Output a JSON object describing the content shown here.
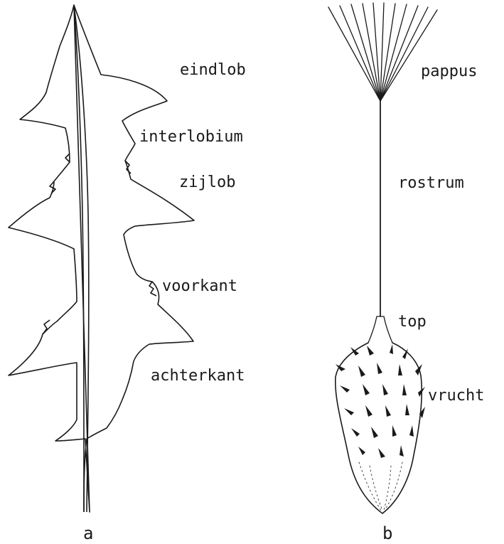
{
  "panel_a": {
    "letter": "a",
    "labels": {
      "terminal_lobe": "eindlob",
      "interlobe": "interlobium",
      "side_lobe": "zijlob",
      "front_edge": "voorkant",
      "back_edge": "achterkant"
    }
  },
  "panel_b": {
    "letter": "b",
    "labels": {
      "pappus": "pappus",
      "beak": "rostrum",
      "cone": "top",
      "achene": "vrucht"
    }
  },
  "colors": {
    "ink": "#1a1a1a",
    "background": "#ffffff"
  }
}
